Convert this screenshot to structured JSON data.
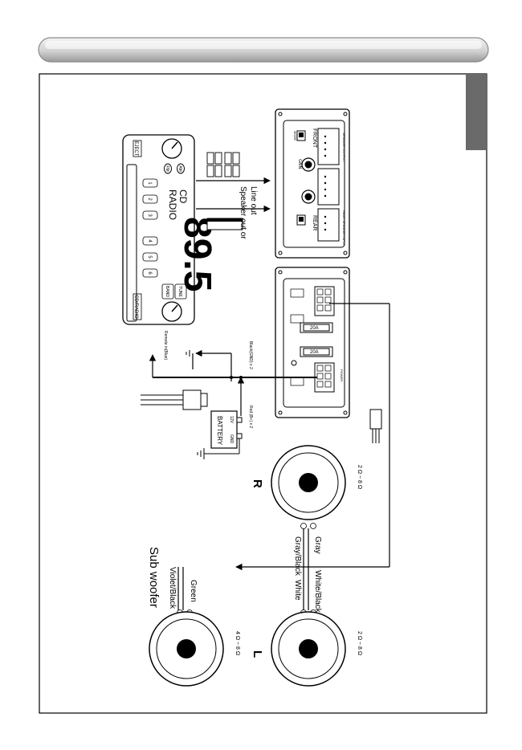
{
  "head_unit": {
    "eject_label": "EJECT",
    "am_label": "AM",
    "fm_label": "FM",
    "cd_label": "CD",
    "radio_label": "RADIO",
    "frequency": "89.5",
    "presets": [
      "1",
      "2",
      "3",
      "4",
      "5",
      "6"
    ],
    "band_label": "BAND",
    "tune_label": "TUNE",
    "cd_radio_label": "CD/RADIO"
  },
  "connections": {
    "line_out": "Line out",
    "speaker_out": "Speaker out  or",
    "remote": "Remote in(Blue)",
    "ground": "Black(GND) x 2",
    "power": "Red (B+) x 2"
  },
  "amp_top": {
    "front_label": "FRONT",
    "rear_label": "REAR",
    "gain_label": "GAIN",
    "mode_label": "MODE",
    "speaker_output_label": "SPEAKER OUTPUT",
    "rear_input_label": "REAR SPEAKER INPUT"
  },
  "amp_bottom": {
    "fuse_1": "20A",
    "fuse_2": "20A",
    "power_label": "POWER"
  },
  "battery": {
    "label": "BATTERY",
    "plus": "12V",
    "minus": "GND"
  },
  "speakers": {
    "right_label": "R",
    "left_label": "L",
    "right_impedance": "2 Ω ~ 8 Ω",
    "left_impedance": "2 Ω ~ 8 Ω",
    "sub_impedance": "4 Ω ~ 8 Ω",
    "subwoofer_label": "Sub woofer"
  },
  "wires": {
    "gray": "Gray",
    "gray_black": "Gray/Black",
    "white_black": "White/Black",
    "white": "White",
    "violet_black": "Violet/Black",
    "green": "Green"
  }
}
